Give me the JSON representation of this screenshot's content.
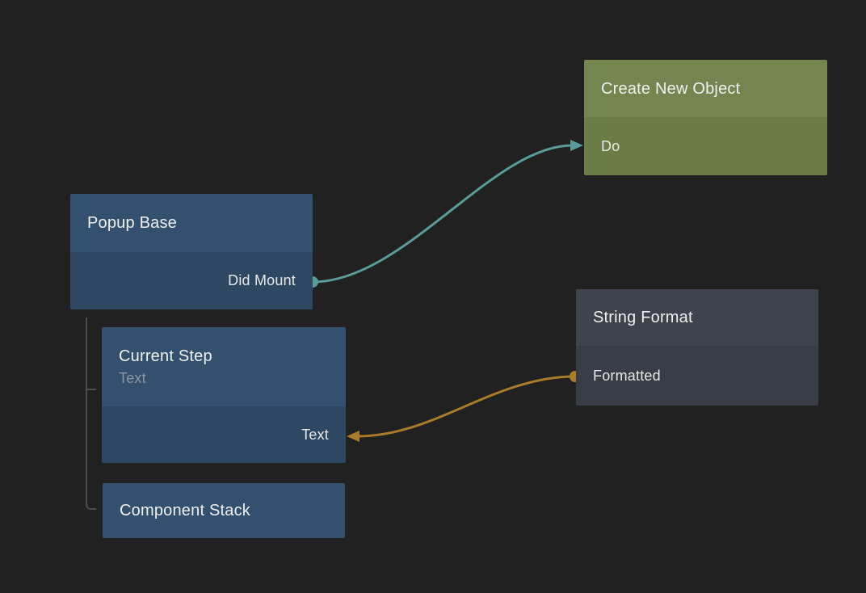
{
  "canvas": {
    "type": "visual-scripting-node-graph"
  },
  "colors": {
    "background": "#212121",
    "node_blue_header": "#33506e",
    "node_blue_body": "#2e4763",
    "node_green_header": "#74854f",
    "node_green_body": "#6b7c46",
    "node_gray_header": "#3f434e",
    "node_gray_body": "#393d47",
    "connection_signal": "#5b9c99",
    "connection_data": "#a87c2a",
    "tree_line": "#4c4c4c",
    "title_text": "#f0f0f0",
    "subtitle_text": "#8c95a5",
    "port_text": "#e8e8e8"
  },
  "nodes": [
    {
      "id": "create-new-object",
      "title": "Create New Object",
      "kind": "green",
      "ports": [
        {
          "label": "Do",
          "side": "left",
          "direction": "input",
          "connector": "arrowhead"
        }
      ]
    },
    {
      "id": "popup-base",
      "title": "Popup Base",
      "kind": "blue",
      "ports": [
        {
          "label": "Did Mount",
          "side": "right",
          "direction": "output",
          "connector": "dot"
        }
      ]
    },
    {
      "id": "string-format",
      "title": "String Format",
      "kind": "gray",
      "ports": [
        {
          "label": "Formatted",
          "side": "left",
          "direction": "output",
          "connector": "dot"
        }
      ]
    },
    {
      "id": "current-step",
      "title": "Current Step",
      "subtitle": "Text",
      "kind": "blue",
      "ports": [
        {
          "label": "Text",
          "side": "right",
          "direction": "input",
          "connector": "arrowhead"
        }
      ]
    },
    {
      "id": "component-stack",
      "title": "Component Stack",
      "kind": "blue",
      "ports": []
    }
  ],
  "connections": [
    {
      "from": "Popup Base / Did Mount",
      "to": "Create New Object / Do",
      "color": "#5b9c99",
      "kind": "signal"
    },
    {
      "from": "String Format / Formatted",
      "to": "Current Step / Text",
      "color": "#a87c2a",
      "kind": "data"
    }
  ],
  "hierarchy_links": [
    {
      "parent": "Popup Base",
      "child": "Current Step"
    },
    {
      "parent": "Popup Base",
      "child": "Component Stack"
    }
  ]
}
